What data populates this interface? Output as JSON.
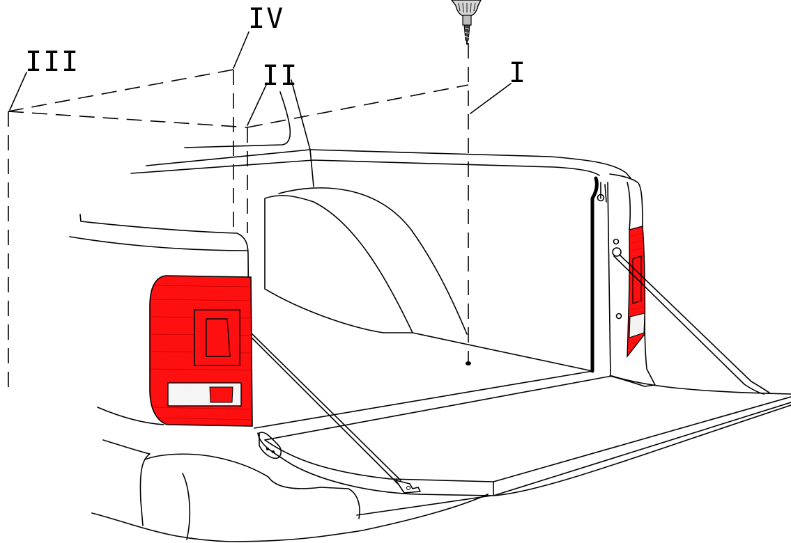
{
  "labels": {
    "i": "I",
    "ii": "II",
    "iii": "III",
    "iv": "IV"
  },
  "colors": {
    "lamp_red": "#ff1010",
    "line": "#000000",
    "background": "#ffffff"
  },
  "icons": {
    "drill": "cordless-drill-icon"
  }
}
